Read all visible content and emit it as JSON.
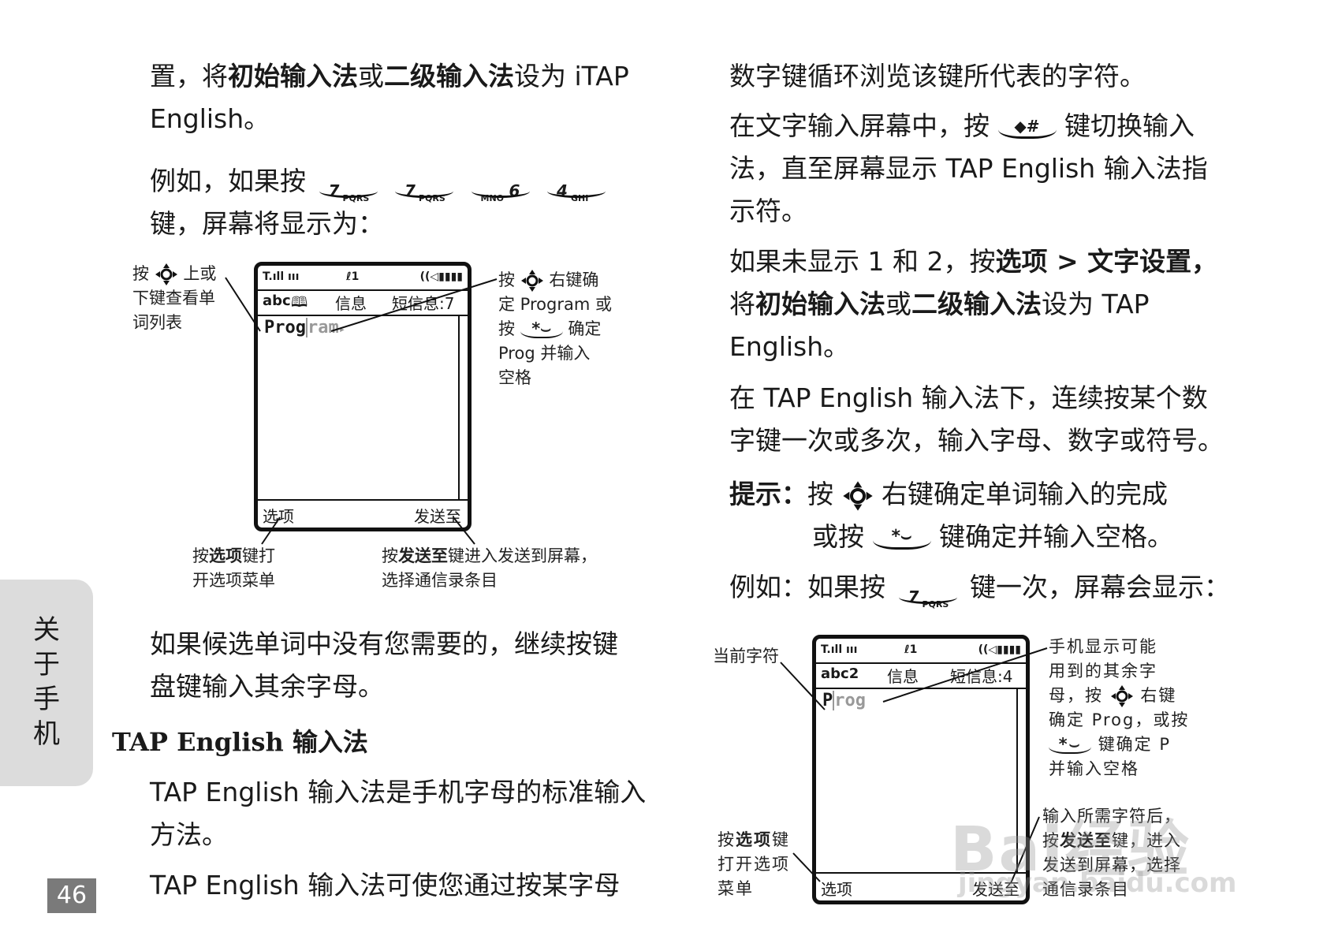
{
  "left": {
    "line1": {
      "a": "置，将",
      "b": "初始输入法",
      "c": "或",
      "d": "二级输入法",
      "e": "设为  iTAP"
    },
    "line2": "English。",
    "line3_prefix": "例如，如果按",
    "keys": [
      {
        "label": "7",
        "sub": "PQRS"
      },
      {
        "label": "7",
        "sub": "PQRS"
      },
      {
        "label": "6",
        "sub": "MNO"
      },
      {
        "label": "4",
        "sub": "GHI"
      }
    ],
    "line4": "键，屏幕将显示为：",
    "callout_nav": [
      "按 ",
      " 上或",
      "下键查看单",
      "词列表"
    ],
    "callout_right": [
      "按 ",
      " 右键确",
      "定 Program 或",
      "按 ",
      " 确定",
      "Prog  并输入",
      "空格"
    ],
    "callout_options": {
      "a": "按",
      "b": "选项",
      "c": "键打",
      "line2": "开选项菜单"
    },
    "callout_send": {
      "a": "按",
      "b": "发送至",
      "c": "键进入发送到屏幕，",
      "line2": "选择通信录条目"
    },
    "para1": [
      "如果候选单词中没有您需要的，继续按键",
      "盘键输入其余字母。"
    ],
    "heading": "TAP English 输入法",
    "para2": [
      "TAP English 输入法是手机字母的标准输入",
      "方法。"
    ],
    "para3": "TAP  English 输入法可使您通过按某字母"
  },
  "phone1": {
    "tab_mode": "abc",
    "tab_info": "信息",
    "tab_sms": "短信息:7",
    "word": "Prog",
    "word_rest": "ram",
    "soft_left": "选项",
    "soft_right": "发送至"
  },
  "right": {
    "p1": "数字键循环浏览该键所代表的字符。",
    "p2": [
      "在文字输入屏幕中，按",
      "键切换输入",
      "法，直至屏幕显示 TAP  English 输入法指",
      "示符。"
    ],
    "p3": {
      "a": "如果未显示 1 和 2，按",
      "b": "选项  >  文字设置，",
      "line2a": "将",
      "line2b": "初始输入法",
      "line2c": "或",
      "line2d": "二级输入法",
      "line2e": "设为  TAP",
      "line3": "English。"
    },
    "p4": [
      "在 TAP English 输入法下，连续按某个数",
      "字键一次或多次，输入字母、数字或符号。"
    ],
    "tip": {
      "label": "提示：",
      "a": "按",
      "b": "右键确定单词输入的完成",
      "c": "或按",
      "d": "键确定并输入空格。"
    },
    "p5": {
      "a": "例如：如果按",
      "b": "键一次，屏幕会显示："
    },
    "callout_current": "当前字符",
    "callout_right": [
      "手机显示可能",
      "用到的其余字",
      "母，按 ",
      " 右键",
      "确定 Prog，或按",
      "键确定 P",
      "并输入空格"
    ],
    "callout_options": {
      "a": "按",
      "b": "选项",
      "c": "键",
      "line2": "打开选项",
      "line3": "菜单"
    },
    "callout_send": [
      "输入所需字符后，",
      "按",
      "发送至",
      "键，进入",
      "发送到屏幕，选择",
      "通信录条目"
    ]
  },
  "phone2": {
    "tab_mode": "abc",
    "tab_mode_num": "2",
    "tab_info": "信息",
    "tab_sms": "短信息:4",
    "word_cursor": "P",
    "word_rest": "rog",
    "soft_left": "选项",
    "soft_right": "发送至"
  },
  "sidetab": [
    "关",
    "于",
    "手",
    "机"
  ],
  "page_number": "46",
  "watermark": {
    "main": "Bai经验",
    "sub": "jingyan.baidu.com"
  }
}
